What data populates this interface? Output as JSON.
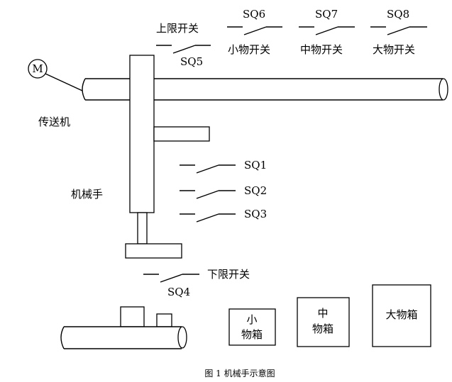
{
  "motor": {
    "symbol": "M"
  },
  "labels": {
    "conveyor": "传送机",
    "manipulator": "机械手",
    "upper_limit": "上限开关",
    "lower_limit": "下限开关",
    "small_switch": "小物开关",
    "medium_switch": "中物开关",
    "large_switch": "大物开关"
  },
  "switches": {
    "sq1": "SQ1",
    "sq2": "SQ2",
    "sq3": "SQ3",
    "sq4": "SQ4",
    "sq5": "SQ5",
    "sq6": "SQ6",
    "sq7": "SQ7",
    "sq8": "SQ8"
  },
  "boxes": {
    "small_line1": "小",
    "small_line2": "物箱",
    "medium_line1": "中",
    "medium_line2": "物箱",
    "large": "大物箱"
  },
  "caption": "图 1  机械手示意图"
}
